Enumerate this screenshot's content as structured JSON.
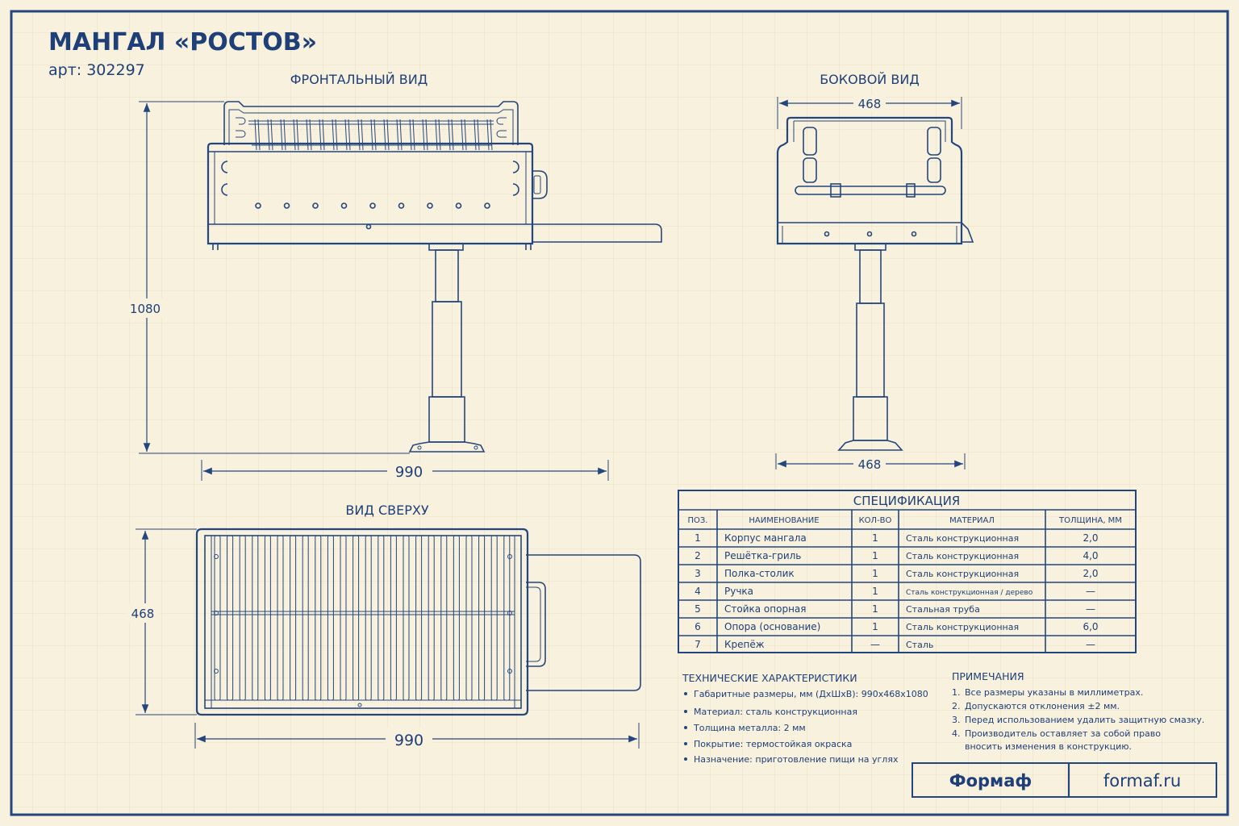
{
  "title": "МАНГАЛ «РОСТОВ»",
  "article": "арт: 302297",
  "views": {
    "front": "ФРОНТАЛЬНЫЙ ВИД",
    "side": "БОКОВОЙ ВИД",
    "top": "ВИД СВЕРХУ"
  },
  "dimensions": {
    "front_height": "1080",
    "front_width": "990",
    "side_top_width": "468",
    "side_bottom_width": "468",
    "top_depth": "468",
    "top_width": "990"
  },
  "spec": {
    "title": "СПЕЦИФИКАЦИЯ",
    "headers": [
      "ПОЗ.",
      "НАИМЕНОВАНИЕ",
      "КОЛ-ВО",
      "МАТЕРИАЛ",
      "ТОЛЩИНА, ММ"
    ],
    "rows": [
      [
        "1",
        "Корпус мангала",
        "1",
        "Сталь конструкционная",
        "2,0"
      ],
      [
        "2",
        "Решётка-гриль",
        "1",
        "Сталь конструкционная",
        "4,0"
      ],
      [
        "3",
        "Полка-столик",
        "1",
        "Сталь конструкционная",
        "2,0"
      ],
      [
        "4",
        "Ручка",
        "1",
        "Сталь конструкционная / дерево",
        "—"
      ],
      [
        "5",
        "Стойка опорная",
        "1",
        "Стальная труба",
        "—"
      ],
      [
        "6",
        "Опора (основание)",
        "1",
        "Сталь конструкционная",
        "6,0"
      ],
      [
        "7",
        "Крепёж",
        "—",
        "Сталь",
        "—"
      ]
    ]
  },
  "tech": {
    "title": "ТЕХНИЧЕСКИЕ ХАРАКТЕРИСТИКИ",
    "items": [
      "Габаритные размеры, мм (ДхШхВ): 990х468х1080",
      "Материал: сталь конструкционная",
      "Толщина металла: 2 мм",
      "Покрытие: термостойкая окраска",
      "Назначение: приготовление пищи на углях"
    ]
  },
  "notes": {
    "title": "ПРИМЕЧАНИЯ",
    "items": [
      [
        "1.",
        "Все размеры указаны в миллиметрах."
      ],
      [
        "2.",
        "Допускаются отклонения ±2 мм."
      ],
      [
        "3.",
        "Перед использованием удалить защитную смазку."
      ],
      [
        "4.",
        "Производитель оставляет за собой право",
        "вносить изменения в конструкцию."
      ]
    ]
  },
  "footer": {
    "brand": "Формаф",
    "site": "formaf.ru"
  },
  "colors": {
    "paper": "#f8f1dd",
    "ink": "#24467f",
    "title": "#1e3f78"
  }
}
